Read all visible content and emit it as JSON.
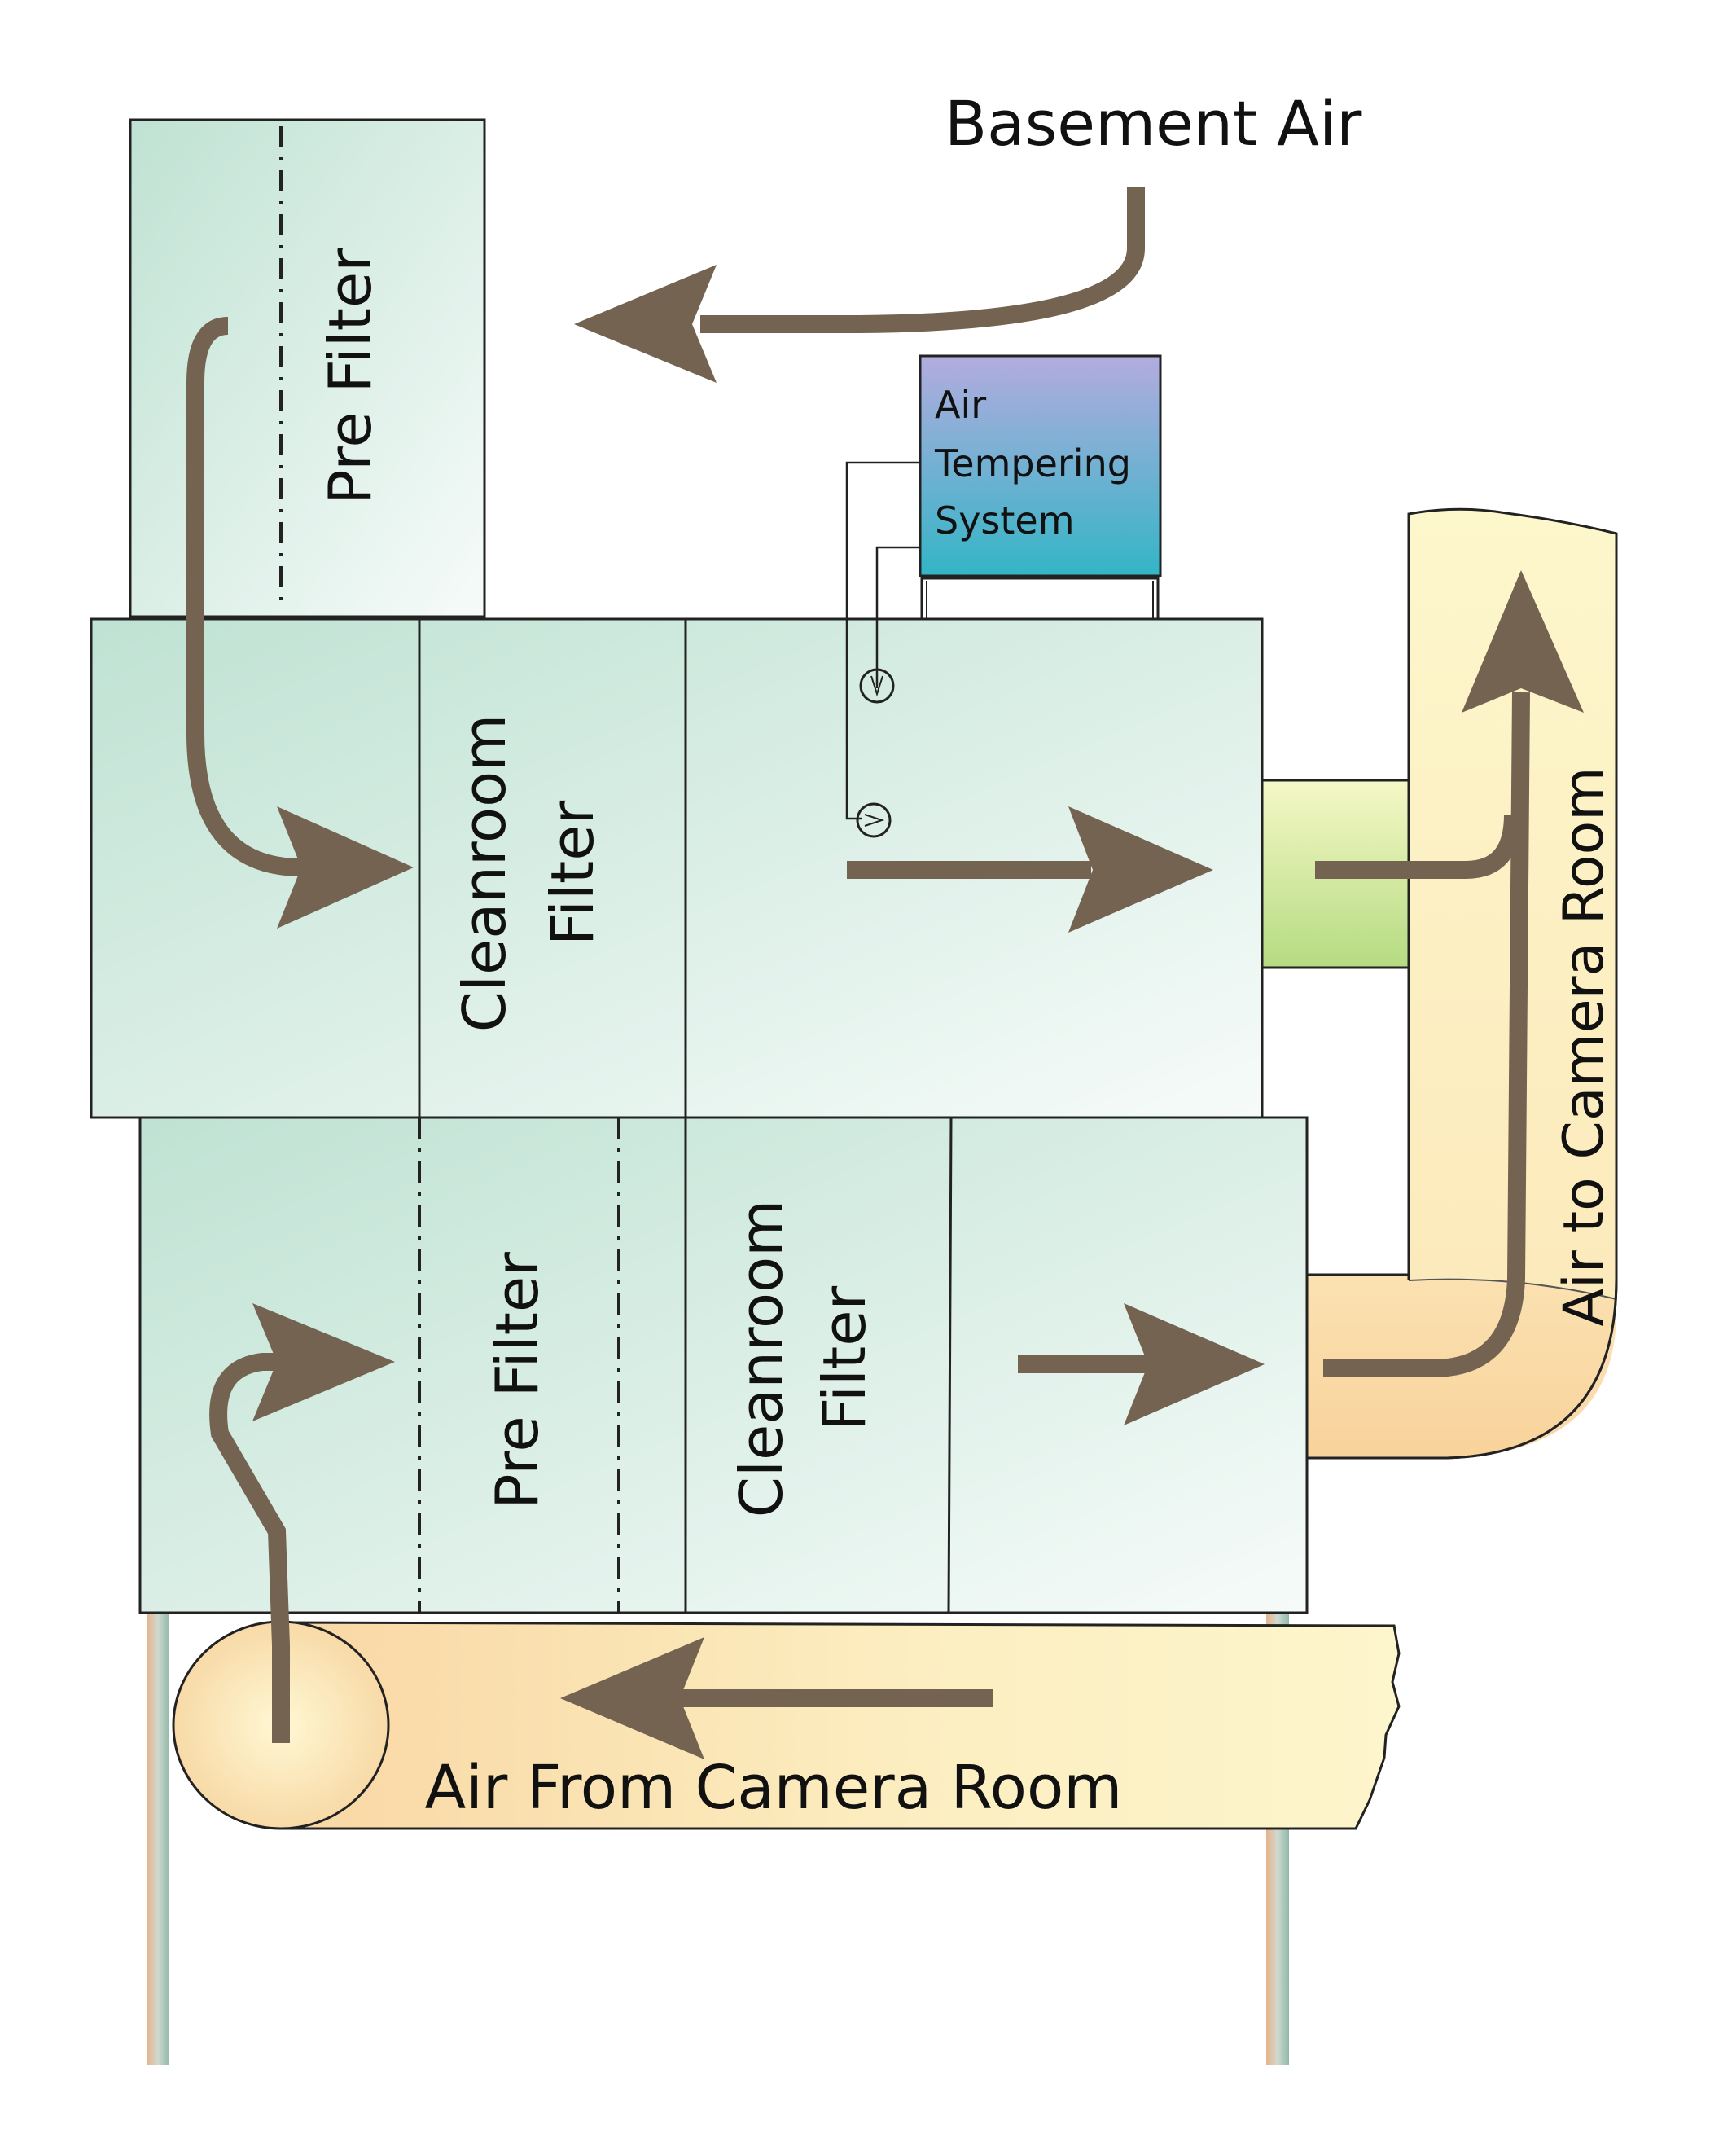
{
  "labels": {
    "basement_air": "Basement Air",
    "pre_filter_top": "Pre Filter",
    "tempering_line1": "Air",
    "tempering_line2": "Tempering",
    "tempering_line3": "System",
    "cleanroom_upper_line1": "Cleanroom",
    "cleanroom_upper_line2": "Filter",
    "pre_filter_lower": "Pre Filter",
    "cleanroom_lower_line1": "Cleanroom",
    "cleanroom_lower_line2": "Filter",
    "air_to_camera": "Air to Camera Room",
    "air_from_camera": "Air From Camera Room"
  },
  "colors": {
    "arrow": "#736350",
    "outline": "#222222",
    "box_green_dark": "#c2e3d5",
    "box_green_light": "#f5fbf8",
    "duct_light": "#fdf6c8",
    "duct_orange": "#f9d9a8",
    "connector_light": "#f4f8c4",
    "connector_green": "#b9dd86",
    "tempering_top": "#b0aadd",
    "tempering_bottom": "#37b3c8"
  }
}
